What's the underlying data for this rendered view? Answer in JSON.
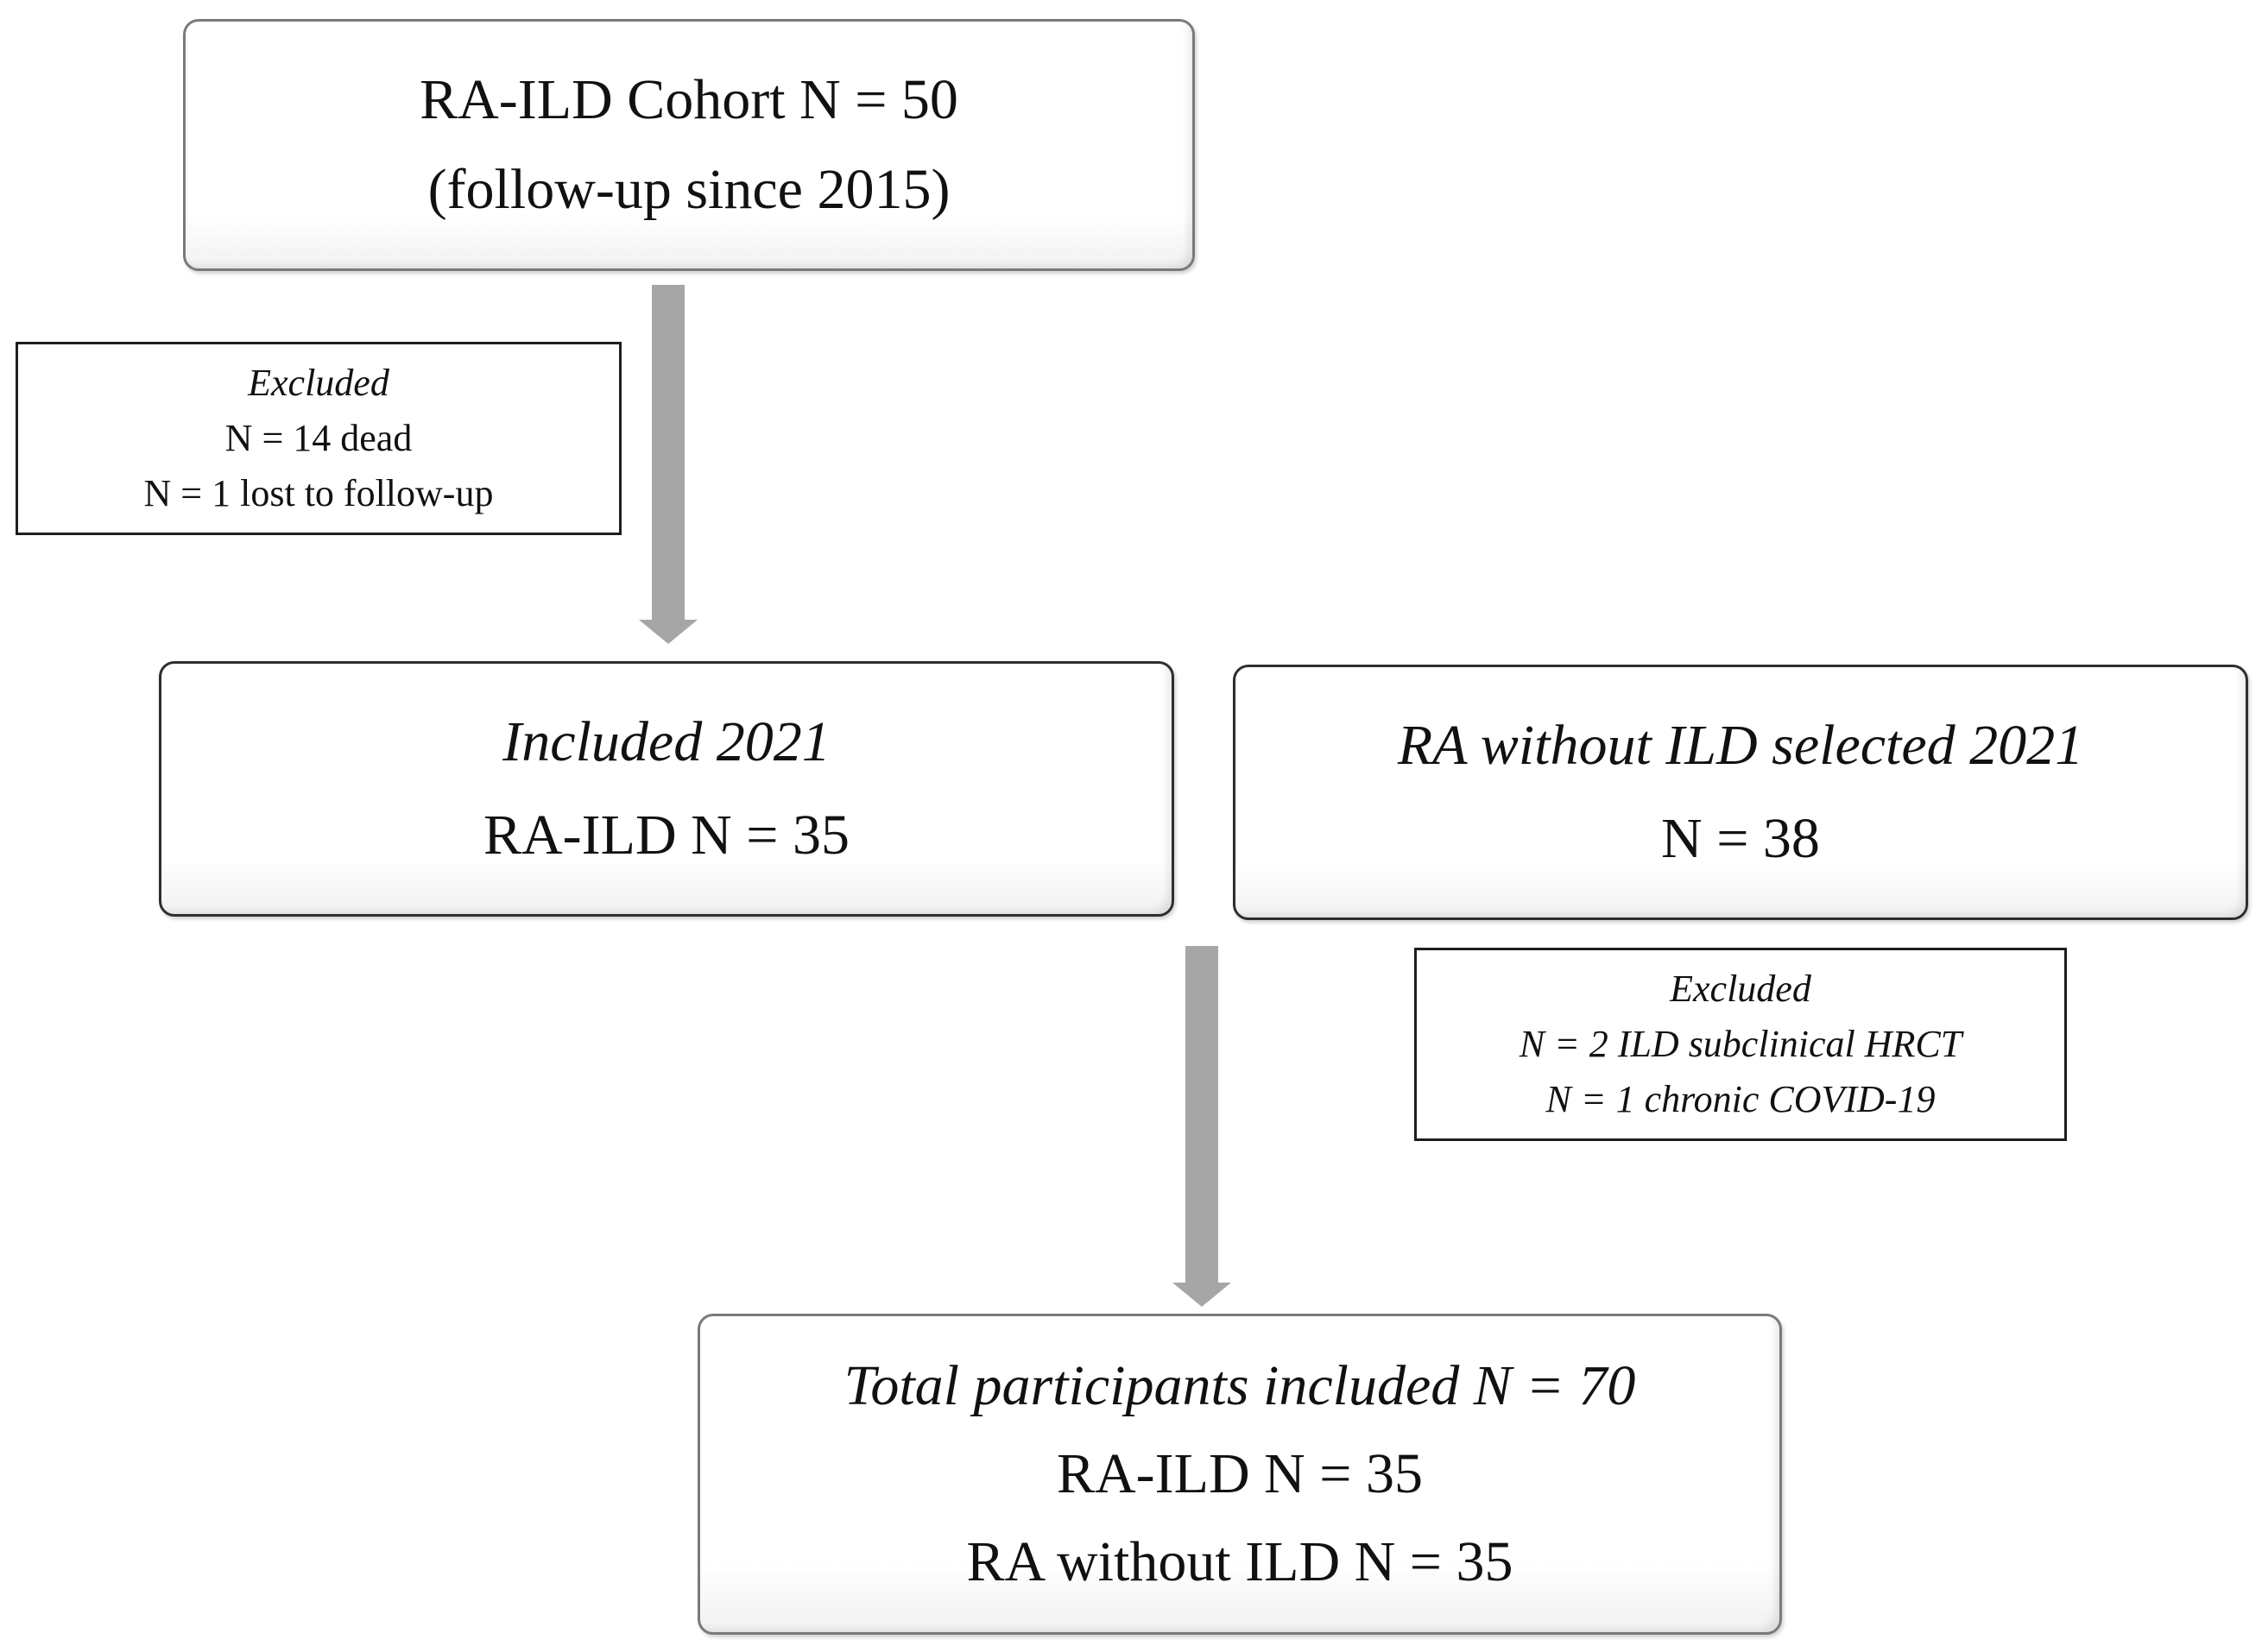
{
  "boxes": {
    "cohort": {
      "line1": "RA-ILD Cohort N = 50",
      "line2": "(follow-up since 2015)"
    },
    "included": {
      "line1": "Included 2021",
      "line2": "RA-ILD N = 35"
    },
    "ra_without_ild": {
      "line1": "RA without ILD selected 2021",
      "line2": "N = 38"
    },
    "total": {
      "line1": "Total participants included N = 70",
      "line2": "RA-ILD N = 35",
      "line3": "RA without ILD N = 35"
    }
  },
  "exclusions": {
    "first": {
      "title": "Excluded",
      "line1": "N = 14 dead",
      "line2": "N = 1 lost to follow-up"
    },
    "second": {
      "title": "Excluded",
      "line1": "N = 2 ILD subclinical HRCT",
      "line2": "N = 1 chronic COVID-19"
    }
  },
  "colors": {
    "arrow": "#a6a6a6",
    "box_border": "#7a7a7a",
    "note_border": "#1e1e1e"
  }
}
